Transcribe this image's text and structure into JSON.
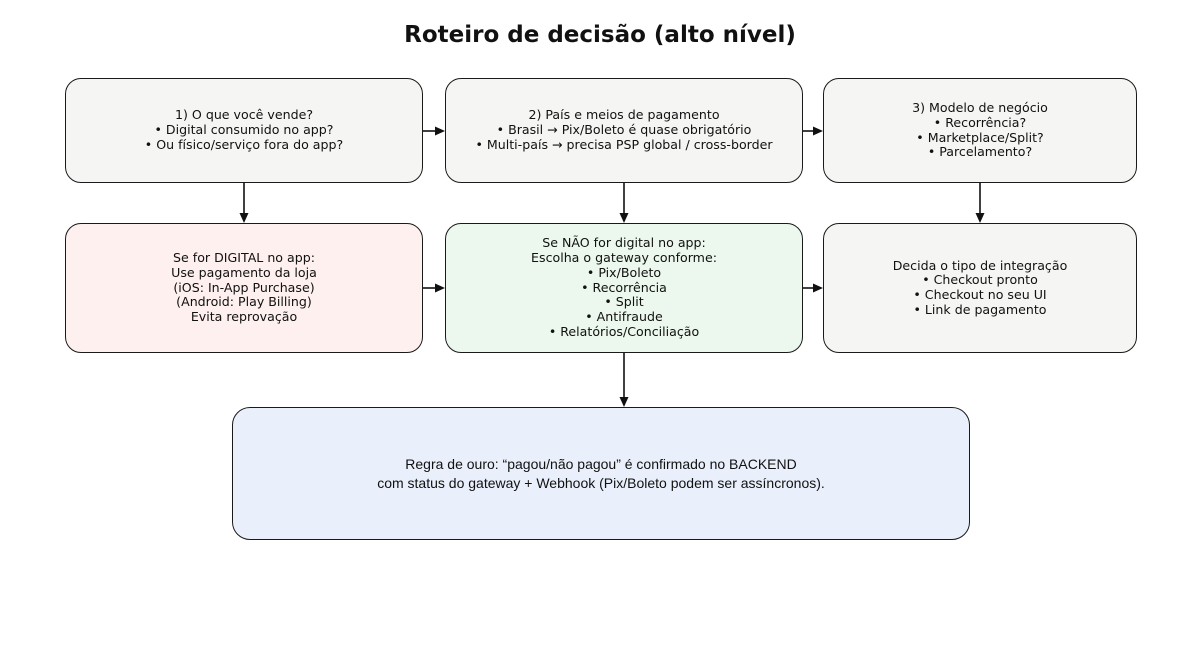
{
  "title": "Roteiro de decisão (alto nível)",
  "colors": {
    "background": "#ffffff",
    "node_gray": "#f5f5f4",
    "node_pink": "#fdf0ee",
    "node_green": "#ecf8ed",
    "node_blue": "#eaf0fb",
    "border": "#1a1a1a",
    "text": "#111111"
  },
  "nodes": {
    "step1": {
      "lines": [
        "1) O que você vende?",
        "• Digital consumido no app?",
        "• Ou físico/serviço fora do app?"
      ]
    },
    "step2": {
      "lines": [
        "2) País e meios de pagamento",
        "• Brasil → Pix/Boleto é quase obrigatório",
        "• Multi-país → precisa PSP global / cross-border"
      ]
    },
    "step3": {
      "lines": [
        "3) Modelo de negócio",
        "• Recorrência?",
        "• Marketplace/Split?",
        "• Parcelamento?"
      ]
    },
    "digital": {
      "lines": [
        "Se for DIGITAL no app:",
        "Use pagamento da loja",
        "(iOS: In-App Purchase)",
        "(Android: Play Billing)",
        "Evita reprovação"
      ]
    },
    "gateway": {
      "lines": [
        "Se NÃO for digital no app:",
        "Escolha o gateway conforme:",
        "• Pix/Boleto",
        "• Recorrência",
        "• Split",
        "• Antifraude",
        "• Relatórios/Conciliação"
      ]
    },
    "integration": {
      "lines": [
        "Decida o tipo de integração",
        "• Checkout pronto",
        "• Checkout no seu UI",
        "• Link de pagamento"
      ]
    },
    "golden_rule": {
      "lines": [
        "Regra de ouro: “pagou/não pagou” é confirmado no BACKEND",
        "com status do gateway + Webhook (Pix/Boleto podem ser assíncronos)."
      ]
    }
  }
}
